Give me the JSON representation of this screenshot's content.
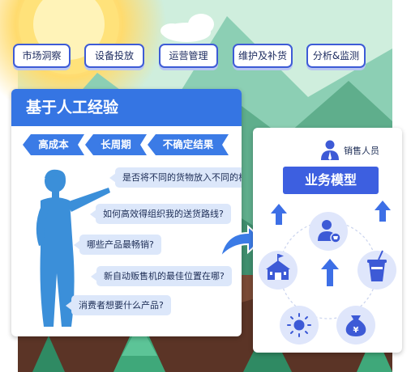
{
  "tags": [
    "市场洞察",
    "设备投放",
    "运营管理",
    "维护及补货",
    "分析&监测"
  ],
  "left_panel": {
    "title": "基于人工经验",
    "chevrons": [
      "高成本",
      "长周期",
      "不确定结果"
    ],
    "questions": [
      "是否将不同的货物放入不同的机器?",
      "如何高效得组织我的送货路线?",
      "哪些产品最畅销?",
      "新自动贩售机的最佳位置在哪?",
      "消费者想要什么产品?"
    ]
  },
  "right_panel": {
    "role_label": "销售人员",
    "model_title": "业务模型",
    "node_icons": [
      "sales-person-cart-icon",
      "school-building-icon",
      "drink-cup-icon",
      "sun-icon",
      "money-bag-icon"
    ]
  },
  "colors": {
    "accent_blue": "#3575e3",
    "model_blue": "#3d5fe0",
    "bubble_bg": "#dce7fa",
    "node_bg": "#dfe6fb",
    "icon_blue": "#3d5ad6"
  }
}
